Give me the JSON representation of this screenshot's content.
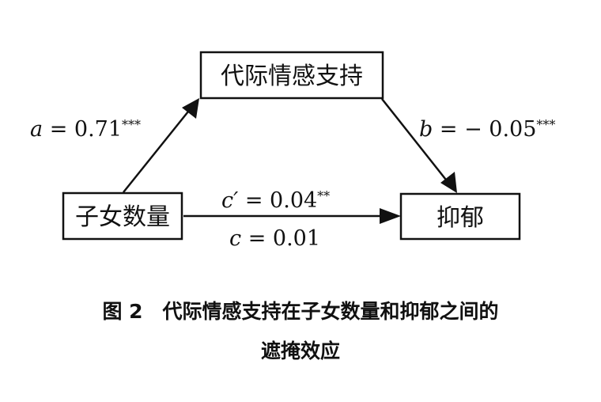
{
  "diagram": {
    "nodes": {
      "mediator": "代际情感支持",
      "independent": "子女数量",
      "dependent": "抑郁"
    },
    "paths": {
      "a": {
        "symbol": "a",
        "value": " = 0.71",
        "sig": "***"
      },
      "b": {
        "symbol": "b",
        "value": " = − 0.05",
        "sig": "***"
      },
      "c_prime": {
        "symbol": "c′",
        "value": " = 0.04",
        "sig": "**"
      },
      "c": {
        "symbol": "c",
        "value": " = 0.01",
        "sig": ""
      }
    }
  },
  "caption": {
    "line1": "图 2　代际情感支持在子女数量和抑郁之间的",
    "line2": "遮掩效应"
  }
}
